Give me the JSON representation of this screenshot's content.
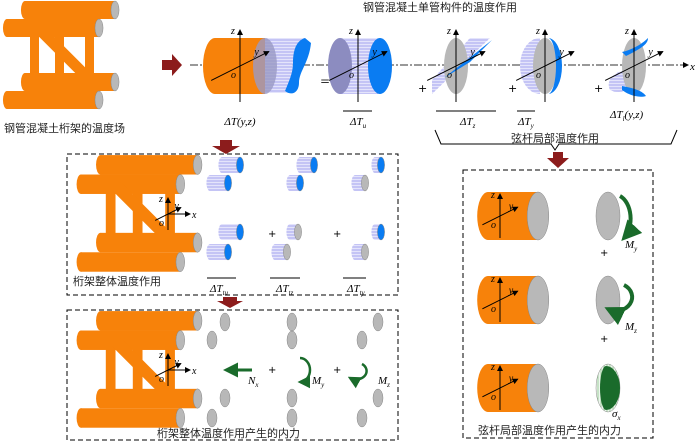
{
  "left_label": "钢管混凝土桁架的温度场",
  "top_title": "钢管混凝土单管构件的温度作用",
  "axes": {
    "x": "x",
    "y": "y",
    "z": "z",
    "o": "o"
  },
  "top_row": {
    "total": "ΔT(y,z)",
    "eq": "=",
    "plus": "+",
    "uniform": {
      "base": "ΔT",
      "sub": "u"
    },
    "grad_z": {
      "base": "ΔT",
      "sub": "z"
    },
    "grad_y": {
      "base": "ΔT",
      "sub": "y"
    },
    "local": {
      "base": "ΔT",
      "sub": "l",
      "tail": "(y,z)"
    }
  },
  "chord_local_label": "弦杆局部温度作用",
  "truss_global_label": "桁架整体温度作用",
  "truss_terms": [
    {
      "base": "ΔT",
      "sub": "tu"
    },
    {
      "base": "ΔT",
      "sub": "tz"
    },
    {
      "base": "ΔT",
      "sub": "ty"
    }
  ],
  "internal_forces": {
    "label": "桁架整体温度作用产生的内力",
    "Nx": {
      "base": "N",
      "sub": "x"
    },
    "My": {
      "base": "M",
      "sub": "y"
    },
    "Mz": {
      "base": "M",
      "sub": "z"
    }
  },
  "local_forces": {
    "label": "弦杆局部温度作用产生的内力",
    "My": {
      "base": "M",
      "sub": "y"
    },
    "Mz": {
      "base": "M",
      "sub": "z"
    },
    "sx": {
      "base": "σ",
      "sub": "x"
    }
  },
  "colors": {
    "orange": "#f7820a",
    "blue": "#0a7cf2",
    "lightblue": "#b7b7f5",
    "gray": "#b8b8b8",
    "arrow": "#8c1c1c",
    "green": "#1a6b2b"
  }
}
